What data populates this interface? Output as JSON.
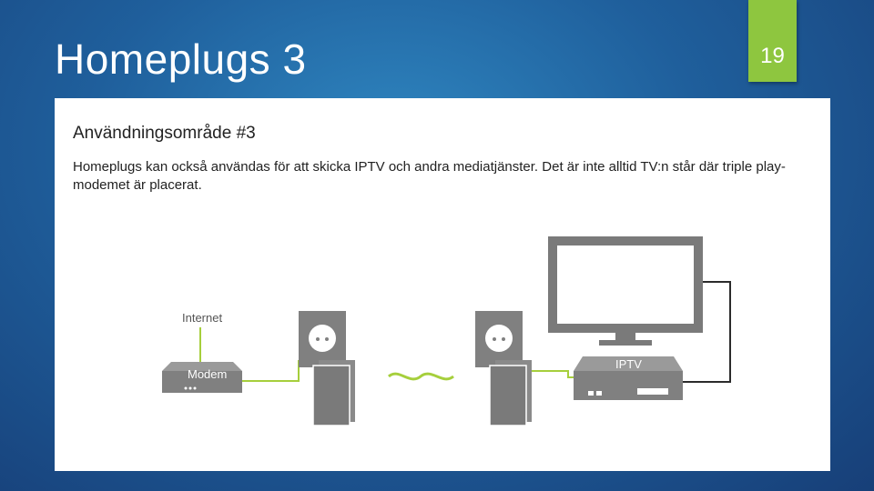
{
  "slide": {
    "title": "Homeplugs 3",
    "page_number": "19"
  },
  "panel": {
    "heading": "Användningsområde #3",
    "description": "Homeplugs kan också användas för att skicka IPTV och andra mediatjänster. Det är inte alltid TV:n står där triple play-modemet är placerat."
  },
  "diagram": {
    "internet_label": "Internet",
    "modem_label": "Modem",
    "iptv_label": "IPTV"
  },
  "colors": {
    "accent": "#8ec63f",
    "device_gray": "#7e7e7e",
    "cable_green": "#a6cf3c",
    "cable_dark": "#2b2b2b"
  }
}
